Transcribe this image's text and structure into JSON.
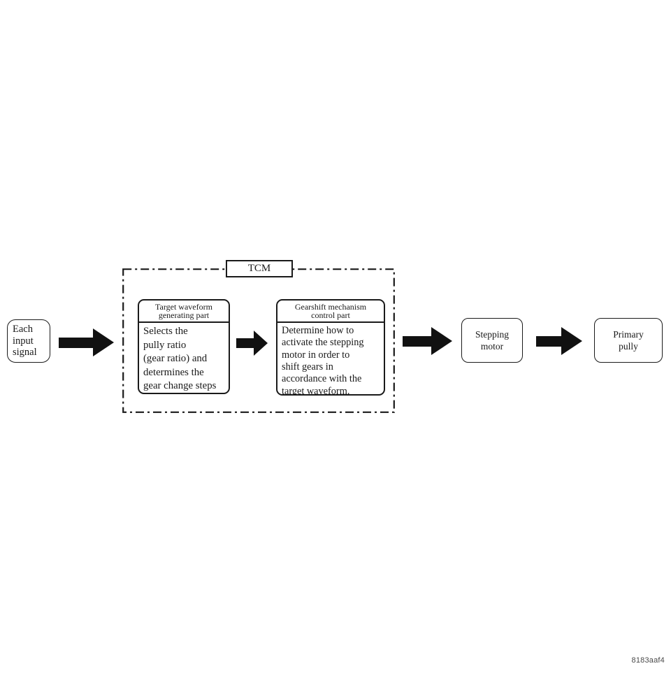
{
  "diagram": {
    "input": {
      "label": "Each\ninput\nsignal"
    },
    "tcm": {
      "label": "TCM"
    },
    "waveform": {
      "header": "Target waveform\ngenerating part",
      "body": "Selects the\npully ratio\n(gear ratio) and\ndetermines the\ngear change steps"
    },
    "gearshift": {
      "header": "Gearshift mechanism\ncontrol part",
      "body": "Determine how to\nactivate the stepping\nmotor in order to\nshift gears in\naccordance with the\ntarget waveform."
    },
    "stepping_motor": {
      "label": "Stepping\nmotor"
    },
    "primary_pully": {
      "label": "Primary\npully"
    },
    "figure_code": "8183aaf4",
    "colors": {
      "line": "#1a1a1a",
      "arrow": "#111111",
      "background": "#ffffff",
      "figure_code_color": "#4a4a4a"
    }
  }
}
